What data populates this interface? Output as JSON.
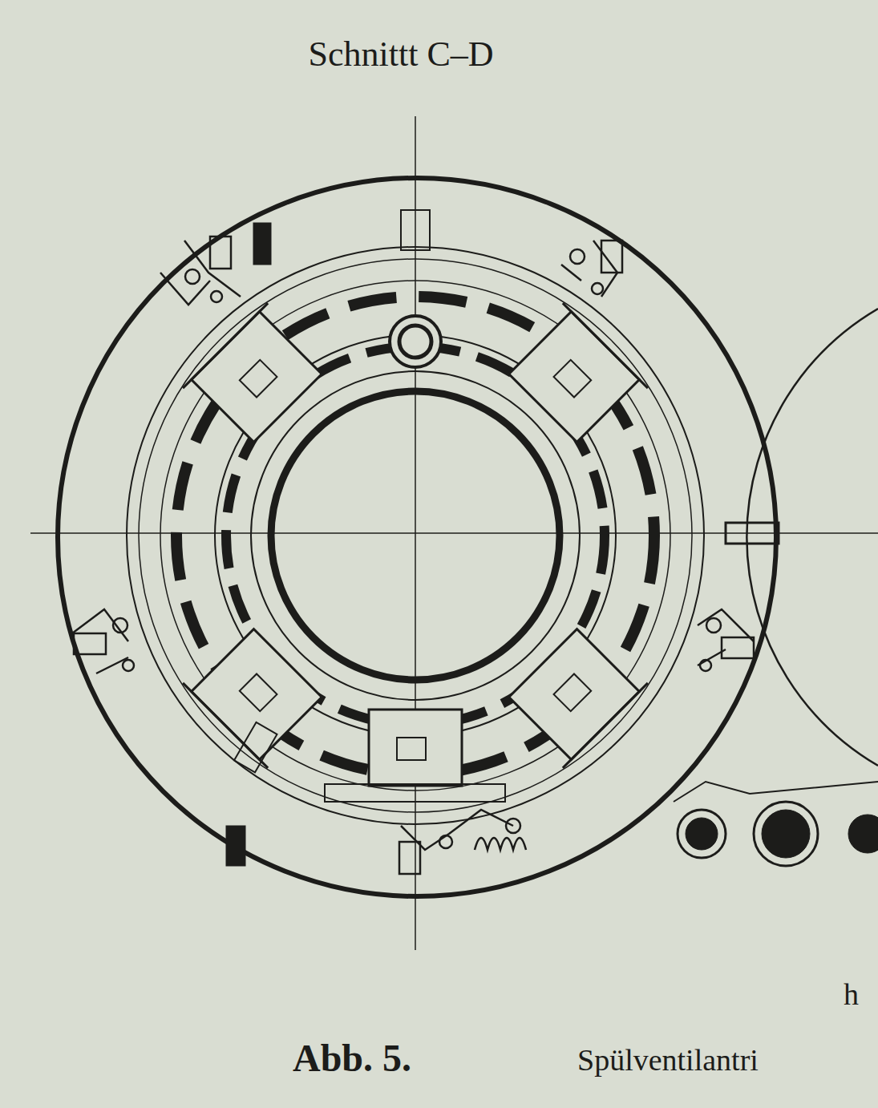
{
  "diagram": {
    "title": "Schnittt C–D",
    "caption": "Abb. 5.",
    "labels": [
      "h",
      "Spülventilantri"
    ]
  }
}
